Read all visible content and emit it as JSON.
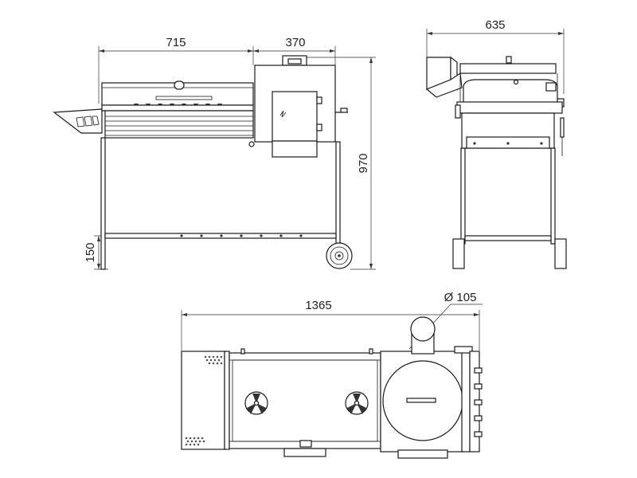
{
  "dimensions": {
    "front_grill_width": "715",
    "front_smoker_width": "370",
    "front_height": "970",
    "front_shelf_height": "150",
    "side_depth": "635",
    "top_total_width": "1365",
    "top_chimney_diameter": "Ø 105"
  },
  "colors": {
    "line": "#1a1a1a",
    "background": "#ffffff"
  }
}
